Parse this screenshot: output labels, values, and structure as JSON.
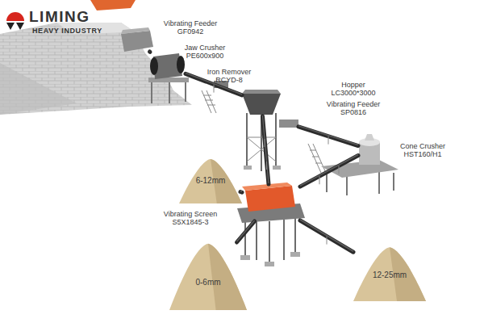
{
  "diagram": {
    "nodes": [
      {
        "text": [
          "Vibrating Feeder GF0942"
        ]
      },
      {
        "text": [
          "Jaw Crusher PE600x900"
        ]
      },
      {
        "text": [
          "Iron Remover RCYD-8"
        ]
      },
      {
        "text": [
          "Hopper LC3000*3000"
        ]
      },
      {
        "text": [
          "Vibrating Feeder SP0816"
        ]
      },
      {
        "text": [
          "Cone Crusher HST160/H1"
        ]
      },
      {
        "text": [
          "Vibrating Screen S5X1845-3"
        ]
      },
      {
        "text": [
          "6-12mm"
        ]
      },
      {
        "text": [
          "0-6mm"
        ]
      },
      {
        "text": [
          "12-25mm"
        ]
      }
    ],
    "edges": [
      {
        "from": 0,
        "to": 1,
        "arrow": "none"
      },
      {
        "from": 1,
        "to": 3,
        "arrow": "none"
      },
      {
        "from": 4,
        "to": 5,
        "arrow": "none"
      },
      {
        "from": 3,
        "to": 6,
        "arrow": "none"
      },
      {
        "from": 5,
        "to": 6,
        "arrow": "none"
      },
      {
        "from": 6,
        "to": 7,
        "arrow": "none"
      },
      {
        "from": 6,
        "to": 8,
        "arrow": "none"
      },
      {
        "from": 6,
        "to": 9,
        "arrow": "none"
      }
    ],
    "labels": [
      "LIMING",
      "HEAVY INDUSTRY"
    ]
  }
}
